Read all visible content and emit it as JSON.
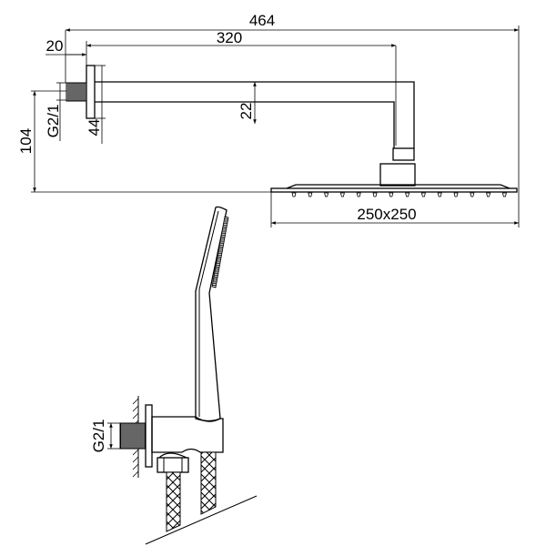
{
  "dimensions": {
    "total_length": "464",
    "arm_length": "320",
    "wall_offset": "20",
    "thread_top": "G2/1",
    "flange_height": "44",
    "arm_height": "22",
    "drop_height": "104",
    "head_size": "250x250",
    "thread_bottom": "G2/1"
  },
  "colors": {
    "line": "#000000",
    "background": "#ffffff"
  }
}
